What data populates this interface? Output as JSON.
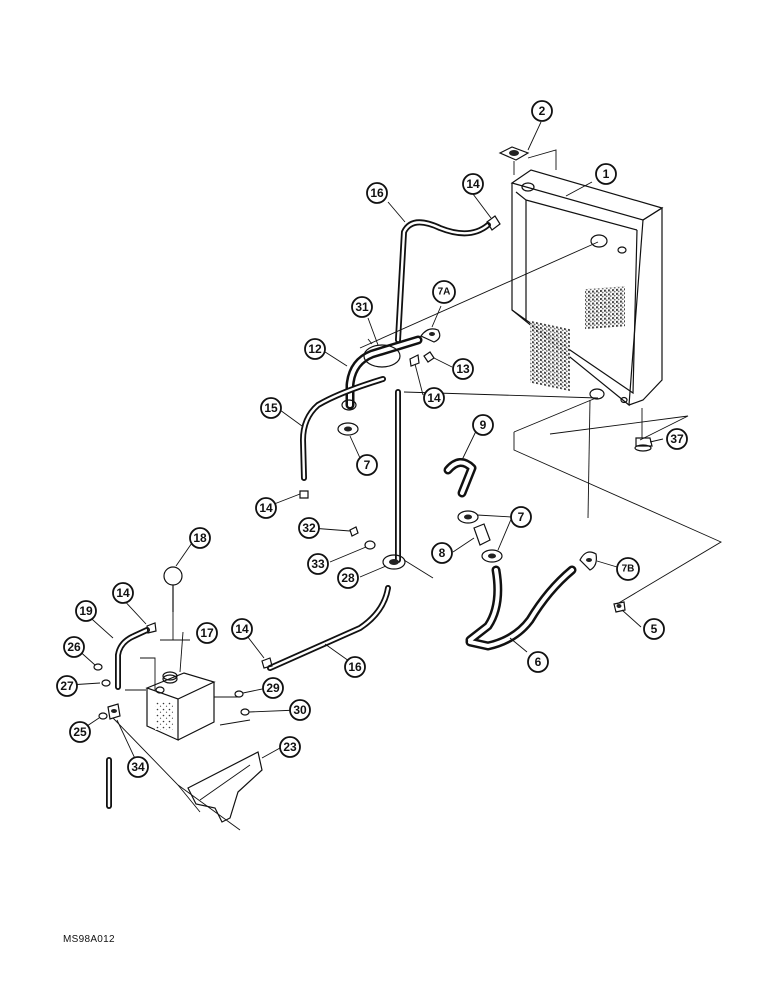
{
  "figure": {
    "reference_code": "MS98A012"
  },
  "callouts": [
    {
      "id": "c1",
      "label": "1"
    },
    {
      "id": "c2",
      "label": "2"
    },
    {
      "id": "c5",
      "label": "5"
    },
    {
      "id": "c6",
      "label": "6"
    },
    {
      "id": "c7a",
      "label": "7A"
    },
    {
      "id": "c7b",
      "label": "7B"
    },
    {
      "id": "c7-upper",
      "label": "7"
    },
    {
      "id": "c7-lower",
      "label": "7"
    },
    {
      "id": "c8",
      "label": "8"
    },
    {
      "id": "c9",
      "label": "9"
    },
    {
      "id": "c12",
      "label": "12"
    },
    {
      "id": "c13",
      "label": "13"
    },
    {
      "id": "c14-top",
      "label": "14"
    },
    {
      "id": "c14-mid",
      "label": "14"
    },
    {
      "id": "c14-left",
      "label": "14"
    },
    {
      "id": "c14-tank",
      "label": "14"
    },
    {
      "id": "c14-hose",
      "label": "14"
    },
    {
      "id": "c15",
      "label": "15"
    },
    {
      "id": "c16-top",
      "label": "16"
    },
    {
      "id": "c16-bottom",
      "label": "16"
    },
    {
      "id": "c17",
      "label": "17"
    },
    {
      "id": "c18",
      "label": "18"
    },
    {
      "id": "c19",
      "label": "19"
    },
    {
      "id": "c23",
      "label": "23"
    },
    {
      "id": "c25",
      "label": "25"
    },
    {
      "id": "c26",
      "label": "26"
    },
    {
      "id": "c27",
      "label": "27"
    },
    {
      "id": "c28",
      "label": "28"
    },
    {
      "id": "c29",
      "label": "29"
    },
    {
      "id": "c30",
      "label": "30"
    },
    {
      "id": "c31",
      "label": "31"
    },
    {
      "id": "c32",
      "label": "32"
    },
    {
      "id": "c33",
      "label": "33"
    },
    {
      "id": "c34",
      "label": "34"
    },
    {
      "id": "c37",
      "label": "37"
    }
  ]
}
